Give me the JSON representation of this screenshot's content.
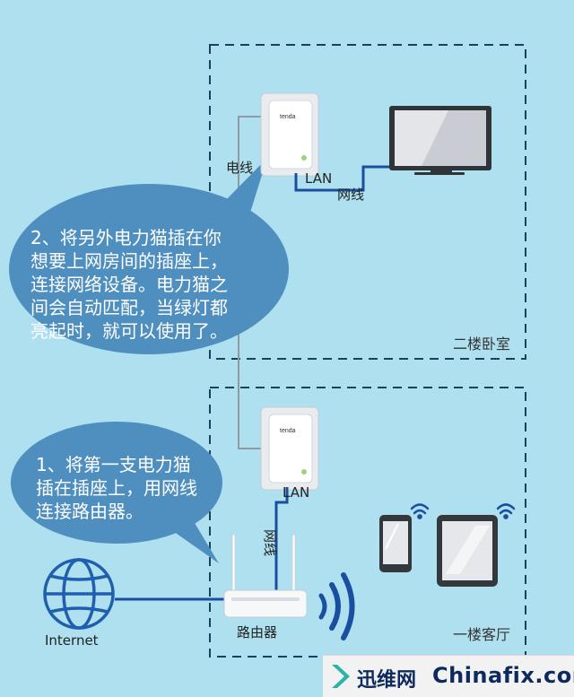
{
  "rooms": {
    "upstairs": "二楼卧室",
    "downstairs": "一楼客厅"
  },
  "labels": {
    "power_line": "电线",
    "lan_top": "LAN",
    "cable_top": "网线",
    "lan_bottom": "LAN",
    "cable_bottom": "网线",
    "router": "路由器",
    "internet": "Internet",
    "adapter_brand": "tenda"
  },
  "bubbles": {
    "step2": [
      "2、将另外电力猫插在你",
      "想要上网房间的插座上，",
      "连接网络设备。电力猫之",
      "间会自动匹配，当绿灯都",
      "亮起时，就可以使用了。"
    ],
    "step1": [
      "1、将第一支电力猫",
      "插在插座上，用网线",
      "连接路由器。"
    ]
  },
  "watermark": {
    "cn": "迅维网",
    "en": "Chinafix.com"
  },
  "colors": {
    "background": "#aee0ef",
    "bubble": "#4f8fbf",
    "cable": "#1a4fa0",
    "dashed_border": "#1c3f5e",
    "globe": "#1f5fae"
  },
  "icons": [
    "power-adapter-icon",
    "tv-icon",
    "router-icon",
    "globe-icon",
    "phone-icon",
    "tablet-icon",
    "wifi-icon"
  ]
}
